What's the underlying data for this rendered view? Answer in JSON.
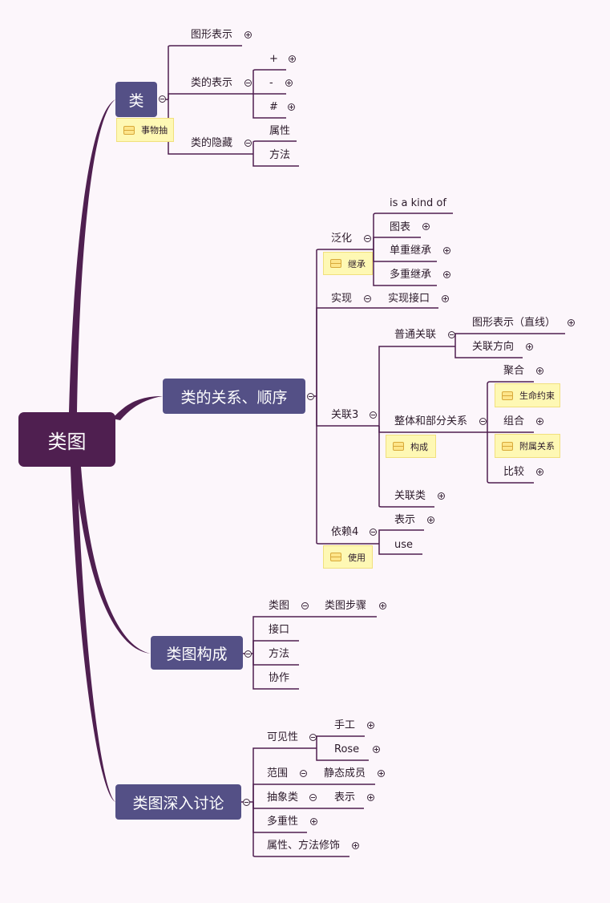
{
  "root": {
    "label": "类图"
  },
  "branches": [
    {
      "label": "类",
      "note": "事物抽",
      "children": [
        {
          "label": "图形表示"
        },
        {
          "label": "类的表示",
          "children": [
            {
              "label": "+"
            },
            {
              "label": "-"
            },
            {
              "label": "#"
            }
          ]
        },
        {
          "label": "类的隐藏",
          "children": [
            {
              "label": "属性"
            },
            {
              "label": "方法"
            }
          ]
        }
      ]
    },
    {
      "label": "类的关系、顺序",
      "children": [
        {
          "label": "泛化",
          "note": "继承",
          "children": [
            {
              "label": "is a kind of"
            },
            {
              "label": "图表"
            },
            {
              "label": "单重继承"
            },
            {
              "label": "多重继承"
            }
          ]
        },
        {
          "label": "实现",
          "children": [
            {
              "label": "实现接口"
            }
          ]
        },
        {
          "label": "关联3",
          "children": [
            {
              "label": "普通关联",
              "children": [
                {
                  "label": "图形表示（直线）"
                },
                {
                  "label": "关联方向"
                }
              ]
            },
            {
              "label": "整体和部分关系",
              "note": "构成",
              "children": [
                {
                  "label": "聚合",
                  "note": "生命约束"
                },
                {
                  "label": "组合",
                  "note": "附属关系"
                },
                {
                  "label": "比较"
                }
              ]
            },
            {
              "label": "关联类"
            }
          ]
        },
        {
          "label": "依赖4",
          "note": "使用",
          "children": [
            {
              "label": "表示"
            },
            {
              "label": "use"
            }
          ]
        }
      ]
    },
    {
      "label": "类图构成",
      "children": [
        {
          "label": "类图",
          "children": [
            {
              "label": "类图步骤"
            }
          ]
        },
        {
          "label": "接口"
        },
        {
          "label": "方法"
        },
        {
          "label": "协作"
        }
      ]
    },
    {
      "label": "类图深入讨论",
      "children": [
        {
          "label": "可见性",
          "children": [
            {
              "label": "手工"
            },
            {
              "label": "Rose"
            }
          ]
        },
        {
          "label": "范围",
          "children": [
            {
              "label": "静态成员"
            }
          ]
        },
        {
          "label": "抽象类",
          "children": [
            {
              "label": "表示"
            }
          ]
        },
        {
          "label": "多重性"
        },
        {
          "label": "属性、方法修饰"
        }
      ]
    }
  ],
  "colors": {
    "root": "#4f1f50",
    "branch": "#545086",
    "line": "#4f1f50",
    "note": "#fef8b4",
    "background": "#fcf6fb"
  }
}
